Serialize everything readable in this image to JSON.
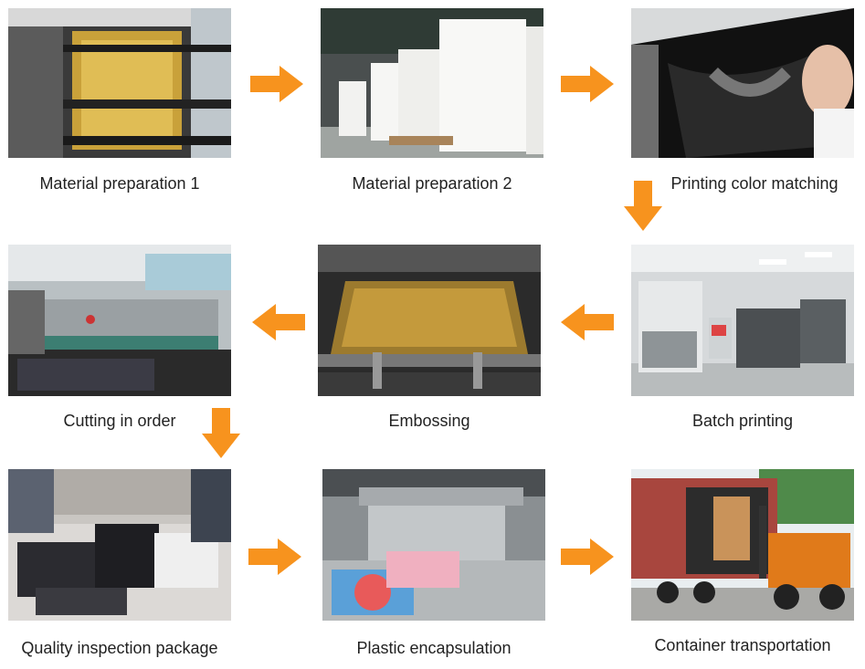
{
  "steps": [
    {
      "label": "Material preparation 1"
    },
    {
      "label": "Material preparation 2"
    },
    {
      "label": "Printing color matching"
    },
    {
      "label": "Batch printing"
    },
    {
      "label": "Embossing"
    },
    {
      "label": "Cutting in order"
    },
    {
      "label": "Quality inspection package"
    },
    {
      "label": "Plastic encapsulation"
    },
    {
      "label": "Container transportation"
    }
  ],
  "colors": {
    "arrow": "#f7931e"
  },
  "arrow_icons": [
    "arrow-right-icon",
    "arrow-right-icon",
    "arrow-down-icon",
    "arrow-left-icon",
    "arrow-left-icon",
    "arrow-down-icon",
    "arrow-right-icon",
    "arrow-right-icon"
  ]
}
